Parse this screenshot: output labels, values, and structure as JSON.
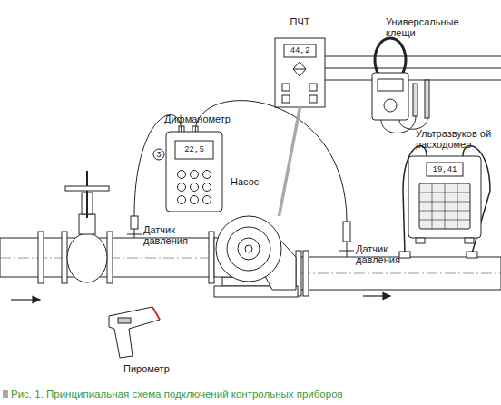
{
  "diagram": {
    "caption": "Рис. 1. Принципиальная схема подключений контрольных приборов",
    "nodes": [
      {
        "text": [
          "ПЧТ",
          "44,2"
        ]
      },
      {
        "text": [
          "Универсальные клещи"
        ]
      },
      {
        "text": [
          "Дифманометр",
          "22,5"
        ]
      },
      {
        "text": [
          "Ультразвуков ой расходомер",
          "19,41"
        ]
      },
      {
        "text": [
          "Насос"
        ]
      },
      {
        "text": [
          "Датчик давления"
        ]
      },
      {
        "text": [
          "Датчик давления"
        ]
      },
      {
        "text": [
          "Пирометр"
        ]
      }
    ],
    "edges": [
      {
        "from": 2,
        "to": 5,
        "arrow": "none"
      },
      {
        "from": 2,
        "to": 6,
        "arrow": "none"
      },
      {
        "from": 0,
        "to": 4,
        "arrow": "none"
      }
    ],
    "labels": [
      "3"
    ]
  }
}
